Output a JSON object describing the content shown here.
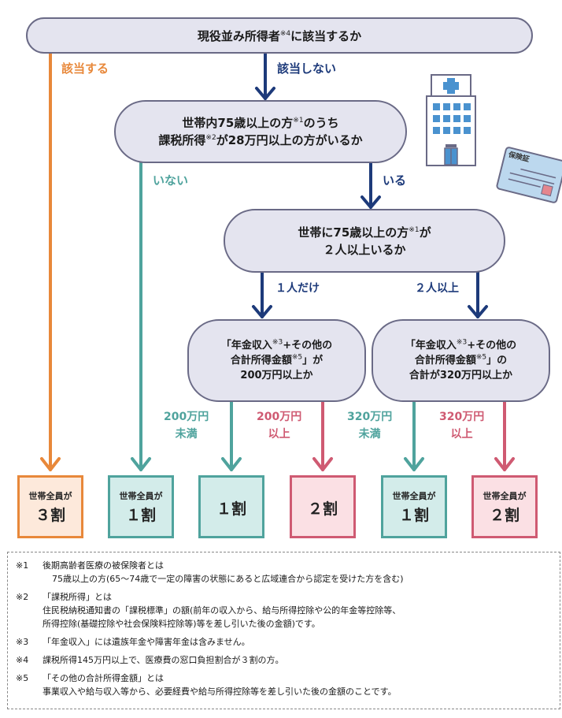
{
  "colors": {
    "orange": "#e8883a",
    "teal": "#4fa39d",
    "navy": "#1d3a7a",
    "pink": "#cf5a72"
  },
  "nodes": {
    "top": {
      "text": "現役並み所得者",
      "sup": "※4",
      "after": "に該当するか"
    },
    "q1_line1": {
      "text": "世帯内75歳以上の方",
      "sup": "※1",
      "after": "のうち"
    },
    "q1_line2": {
      "text": "課税所得",
      "sup": "※2",
      "after": "が28万円以上の方がいるか"
    },
    "q2_line1": {
      "text": "世帯に75歳以上の方",
      "sup": "※1",
      "after": "が"
    },
    "q2_line2": "２人以上いるか",
    "q3_line1": {
      "text": "「年金収入",
      "sup": "※3",
      "after": "+その他の"
    },
    "q3_line2": {
      "text": "合計所得金額",
      "sup": "※5",
      "after": "」が"
    },
    "q3_line3": "200万円以上か",
    "q4_line1": {
      "text": "「年金収入",
      "sup": "※3",
      "after": "+その他の"
    },
    "q4_line2": {
      "text": "合計所得金額",
      "sup": "※5",
      "after": "」の"
    },
    "q4_line3": "合計が320万円以上か"
  },
  "labels": {
    "yes_top": "該当する",
    "no_top": "該当しない",
    "none": "いない",
    "some": "いる",
    "one_only": "１人だけ",
    "two_plus": "２人以上",
    "under200_a": "200万円",
    "under200_b": "未満",
    "over200_a": "200万円",
    "over200_b": "以上",
    "under320_a": "320万円",
    "under320_b": "未満",
    "over320_a": "320万円",
    "over320_b": "以上"
  },
  "results": [
    {
      "small": "世帯全員が",
      "big": "３割"
    },
    {
      "small": "世帯全員が",
      "big": "１割"
    },
    {
      "small": "",
      "big": "１割"
    },
    {
      "small": "",
      "big": "２割"
    },
    {
      "small": "世帯全員が",
      "big": "１割"
    },
    {
      "small": "世帯全員が",
      "big": "２割"
    }
  ],
  "card_text": "保険証",
  "notes": [
    {
      "mark": "※1",
      "head": "後期高齢者医療の被保険者とは",
      "body": [
        "75歳以上の方(65～74歳で一定の障害の状態にあると広域連合から認定を受けた方を含む)"
      ]
    },
    {
      "mark": "※2",
      "head": "「課税所得」とは",
      "body": [
        "住民税納税通知書の「課税標準」の額(前年の収入から、給与所得控除や公的年金等控除等、",
        "所得控除(基礎控除や社会保険料控除等)等を差し引いた後の金額)です。"
      ]
    },
    {
      "mark": "※3",
      "head": "「年金収入」には遺族年金や障害年金は含みません。",
      "body": []
    },
    {
      "mark": "※4",
      "head": "課税所得145万円以上で、医療費の窓口負担割合が３割の方。",
      "body": []
    },
    {
      "mark": "※5",
      "head": "「その他の合計所得金額」とは",
      "body": [
        "事業収入や給与収入等から、必要経費や給与所得控除等を差し引いた後の金額のことです。"
      ]
    }
  ]
}
